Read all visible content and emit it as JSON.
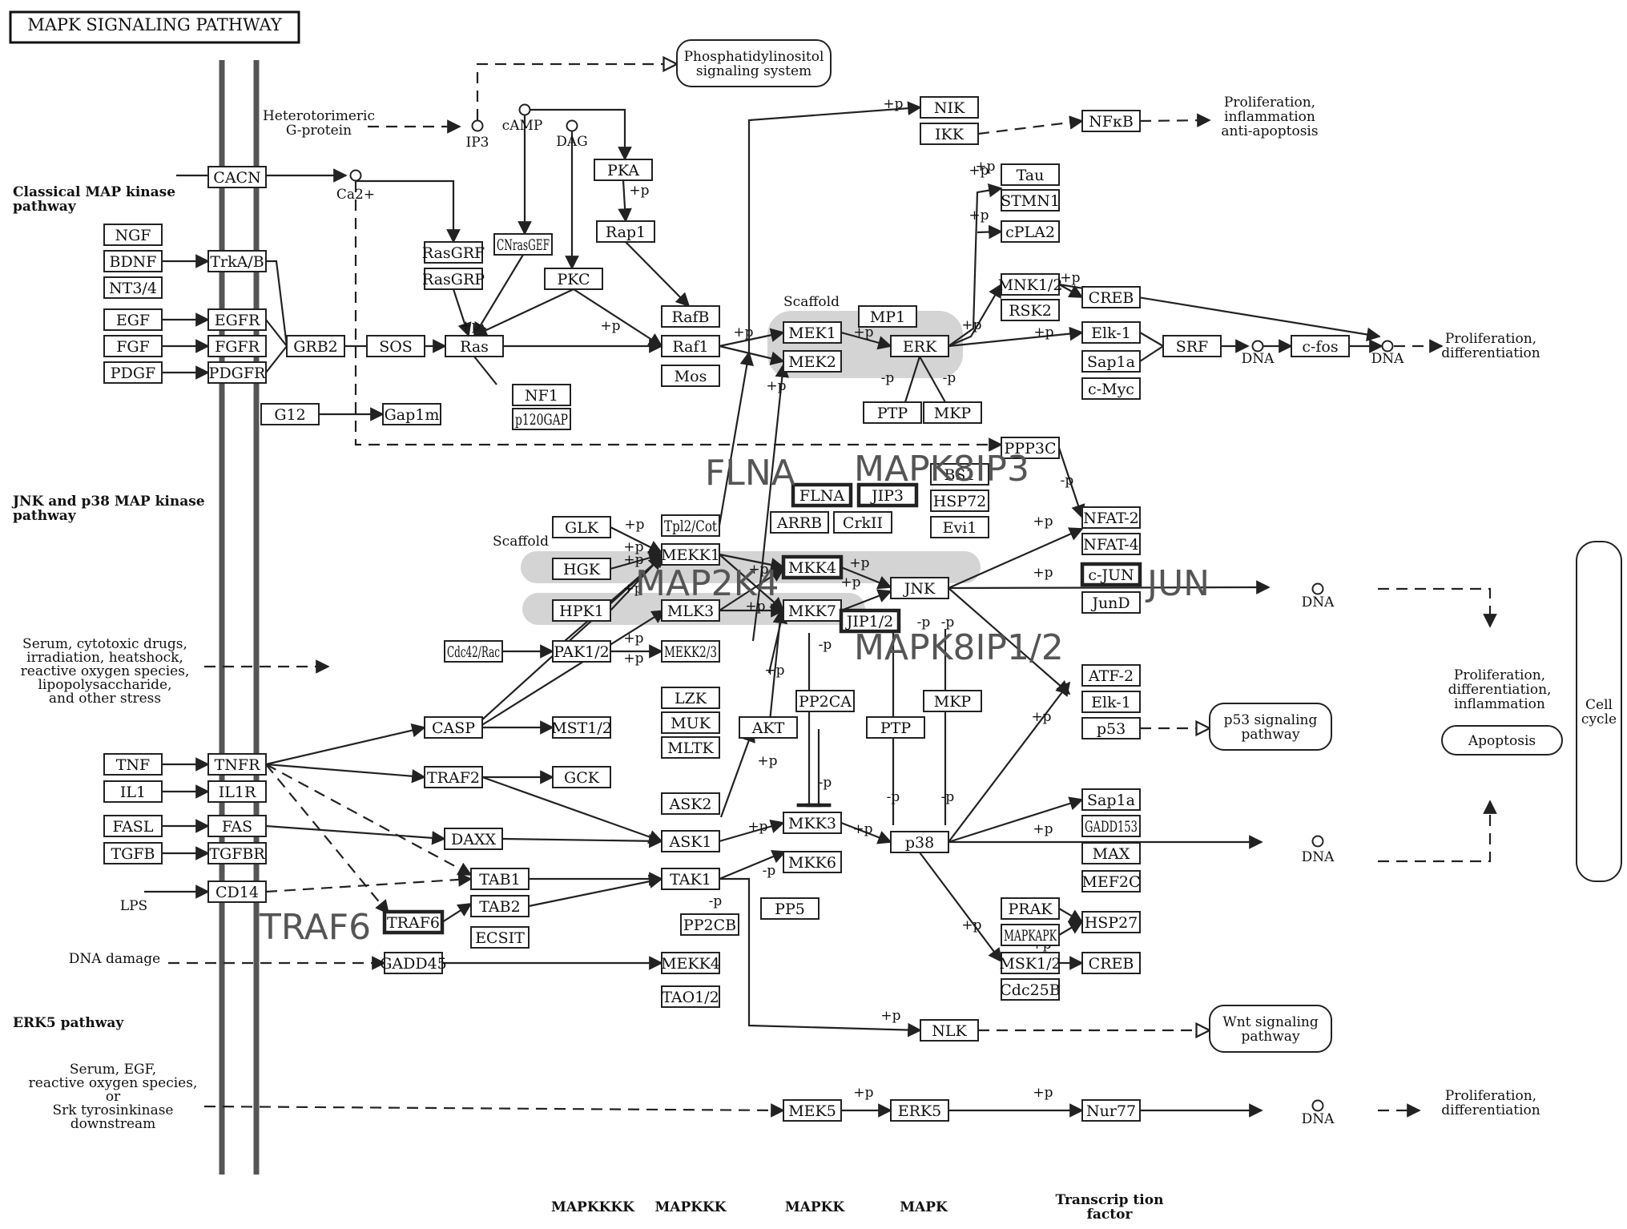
{
  "title": "MAPK SIGNALING PATHWAY",
  "sections": [
    {
      "id": "classical",
      "lines": [
        "Classical MAP kinase",
        "pathway"
      ]
    },
    {
      "id": "jnk",
      "lines": [
        "JNK and p38 MAP kinase",
        "pathway"
      ]
    },
    {
      "id": "erk5",
      "lines": [
        "ERK5 pathway"
      ]
    }
  ],
  "tiers": [
    "MAPKKKK",
    "MAPKKK",
    "MAPKK",
    "MAPK",
    "Transcrip tion factor"
  ],
  "nodes": [
    {
      "id": "cacn",
      "label": "CACN"
    },
    {
      "id": "ngf",
      "label": "NGF"
    },
    {
      "id": "bdnf",
      "label": "BDNF"
    },
    {
      "id": "nt34",
      "label": "NT3/4"
    },
    {
      "id": "trkab",
      "label": "TrkA/B"
    },
    {
      "id": "egf",
      "label": "EGF"
    },
    {
      "id": "fgf",
      "label": "FGF"
    },
    {
      "id": "pdgf",
      "label": "PDGF"
    },
    {
      "id": "egfr",
      "label": "EGFR"
    },
    {
      "id": "fgfr",
      "label": "FGFR"
    },
    {
      "id": "pdgfr",
      "label": "PDGFR"
    },
    {
      "id": "grb2",
      "label": "GRB2"
    },
    {
      "id": "sos",
      "label": "SOS"
    },
    {
      "id": "ras",
      "label": "Ras"
    },
    {
      "id": "g12",
      "label": "G12"
    },
    {
      "id": "gap1m",
      "label": "Gap1m"
    },
    {
      "id": "nf1",
      "label": "NF1"
    },
    {
      "id": "p120gap",
      "label": "p120GAP"
    },
    {
      "id": "rasgrf",
      "label": "RasGRF"
    },
    {
      "id": "rasgrp",
      "label": "RasGRP"
    },
    {
      "id": "cnrasgef",
      "label": "CNrasGEF"
    },
    {
      "id": "pkc",
      "label": "PKC"
    },
    {
      "id": "pka",
      "label": "PKA"
    },
    {
      "id": "rap1",
      "label": "Rap1"
    },
    {
      "id": "rafb",
      "label": "RafB"
    },
    {
      "id": "raf1",
      "label": "Raf1"
    },
    {
      "id": "mos",
      "label": "Mos"
    },
    {
      "id": "mek1",
      "label": "MEK1"
    },
    {
      "id": "mek2",
      "label": "MEK2"
    },
    {
      "id": "mp1",
      "label": "MP1"
    },
    {
      "id": "erk",
      "label": "ERK"
    },
    {
      "id": "ptp1",
      "label": "PTP"
    },
    {
      "id": "mkp1",
      "label": "MKP"
    },
    {
      "id": "nik",
      "label": "NIK"
    },
    {
      "id": "ikk",
      "label": "IKK"
    },
    {
      "id": "nfkb",
      "label": "NFκB"
    },
    {
      "id": "tau",
      "label": "Tau"
    },
    {
      "id": "stmn1",
      "label": "STMN1"
    },
    {
      "id": "cpla2",
      "label": "cPLA2"
    },
    {
      "id": "mnk12",
      "label": "MNK1/2"
    },
    {
      "id": "rsk2",
      "label": "RSK2"
    },
    {
      "id": "creb1",
      "label": "CREB"
    },
    {
      "id": "elk1a",
      "label": "Elk-1"
    },
    {
      "id": "sap1a_1",
      "label": "Sap1a"
    },
    {
      "id": "cmyc",
      "label": "c-Myc"
    },
    {
      "id": "srf",
      "label": "SRF"
    },
    {
      "id": "cfos",
      "label": "c-fos"
    },
    {
      "id": "ppp3c",
      "label": "PPP3C"
    },
    {
      "id": "bs1",
      "label": "BS1"
    },
    {
      "id": "hsp72",
      "label": "HSP72"
    },
    {
      "id": "evi1",
      "label": "Evi1"
    },
    {
      "id": "flna",
      "label": "FLNA",
      "hl": true
    },
    {
      "id": "jip3",
      "label": "JIP3",
      "hl": true
    },
    {
      "id": "arrb",
      "label": "ARRB"
    },
    {
      "id": "crkii",
      "label": "CrkII"
    },
    {
      "id": "glk",
      "label": "GLK"
    },
    {
      "id": "hgk",
      "label": "HGK"
    },
    {
      "id": "hpk1",
      "label": "HPK1"
    },
    {
      "id": "tpl2",
      "label": "Tpl2/Cot"
    },
    {
      "id": "mekk1",
      "label": "MEKK1"
    },
    {
      "id": "mlk3",
      "label": "MLK3"
    },
    {
      "id": "mkk4",
      "label": "MKK4",
      "hl": true
    },
    {
      "id": "mkk7",
      "label": "MKK7"
    },
    {
      "id": "jip12",
      "label": "JIP1/2",
      "hl": true
    },
    {
      "id": "jnk",
      "label": "JNK"
    },
    {
      "id": "nfat2",
      "label": "NFAT-2"
    },
    {
      "id": "nfat4",
      "label": "NFAT-4"
    },
    {
      "id": "cjun",
      "label": "c-JUN",
      "hl": true
    },
    {
      "id": "jund",
      "label": "JunD"
    },
    {
      "id": "cdc42rac",
      "label": "Cdc42/Rac"
    },
    {
      "id": "pak12",
      "label": "PAK1/2"
    },
    {
      "id": "mekk23",
      "label": "MEKK2/3"
    },
    {
      "id": "lzk",
      "label": "LZK"
    },
    {
      "id": "muk",
      "label": "MUK"
    },
    {
      "id": "mltk",
      "label": "MLTK"
    },
    {
      "id": "akt",
      "label": "AKT"
    },
    {
      "id": "pp2ca",
      "label": "PP2CA"
    },
    {
      "id": "ptp2",
      "label": "PTP"
    },
    {
      "id": "mkp2",
      "label": "MKP"
    },
    {
      "id": "atf2",
      "label": "ATF-2"
    },
    {
      "id": "elk1b",
      "label": "Elk-1"
    },
    {
      "id": "p53",
      "label": "p53"
    },
    {
      "id": "tnf",
      "label": "TNF"
    },
    {
      "id": "il1",
      "label": "IL1"
    },
    {
      "id": "fasl",
      "label": "FASL"
    },
    {
      "id": "tgfb",
      "label": "TGFB"
    },
    {
      "id": "tnfr",
      "label": "TNFR"
    },
    {
      "id": "il1r",
      "label": "IL1R"
    },
    {
      "id": "fas",
      "label": "FAS"
    },
    {
      "id": "tgfbr",
      "label": "TGFBR"
    },
    {
      "id": "cd14",
      "label": "CD14"
    },
    {
      "id": "casp",
      "label": "CASP"
    },
    {
      "id": "traf2",
      "label": "TRAF2"
    },
    {
      "id": "mst12",
      "label": "MST1/2"
    },
    {
      "id": "gck",
      "label": "GCK"
    },
    {
      "id": "daxx",
      "label": "DAXX"
    },
    {
      "id": "ask2",
      "label": "ASK2"
    },
    {
      "id": "ask1",
      "label": "ASK1"
    },
    {
      "id": "tab1",
      "label": "TAB1"
    },
    {
      "id": "tab2",
      "label": "TAB2"
    },
    {
      "id": "traf6",
      "label": "TRAF6",
      "hl": true
    },
    {
      "id": "ecsit",
      "label": "ECSIT"
    },
    {
      "id": "tak1",
      "label": "TAK1"
    },
    {
      "id": "pp2cb",
      "label": "PP2CB"
    },
    {
      "id": "pp5",
      "label": "PP5"
    },
    {
      "id": "mkk3",
      "label": "MKK3"
    },
    {
      "id": "mkk6",
      "label": "MKK6"
    },
    {
      "id": "p38",
      "label": "p38"
    },
    {
      "id": "sap1a_2",
      "label": "Sap1a"
    },
    {
      "id": "gadd153",
      "label": "GADD153"
    },
    {
      "id": "max",
      "label": "MAX"
    },
    {
      "id": "mef2c",
      "label": "MEF2C"
    },
    {
      "id": "prak",
      "label": "PRAK"
    },
    {
      "id": "mapkapk",
      "label": "MAPKAPK"
    },
    {
      "id": "msk12",
      "label": "MSK1/2"
    },
    {
      "id": "cdc25b",
      "label": "Cdc25B"
    },
    {
      "id": "hsp27",
      "label": "HSP27"
    },
    {
      "id": "creb2",
      "label": "CREB"
    },
    {
      "id": "gadd45",
      "label": "GADD45"
    },
    {
      "id": "mekk4",
      "label": "MEKK4"
    },
    {
      "id": "tao12",
      "label": "TAO1/2"
    },
    {
      "id": "nlk",
      "label": "NLK"
    },
    {
      "id": "mek5",
      "label": "MEK5"
    },
    {
      "id": "erk5",
      "label": "ERK5"
    },
    {
      "id": "nur77",
      "label": "Nur77"
    }
  ],
  "round_boxes": [
    {
      "id": "pi",
      "lines": [
        "Phosphatidylinositol",
        "signaling system"
      ]
    },
    {
      "id": "p53sig",
      "lines": [
        "p53 signaling",
        "pathway"
      ]
    },
    {
      "id": "wnt",
      "lines": [
        "Wnt signaling",
        "pathway"
      ]
    },
    {
      "id": "apoptosis",
      "lines": [
        "Apoptosis"
      ]
    },
    {
      "id": "cellcycle",
      "lines": [
        "Cell",
        "cycle"
      ]
    }
  ],
  "notes": [
    {
      "id": "heterotrimeric",
      "lines": [
        "Heterotorimeric",
        "G-protein"
      ]
    },
    {
      "id": "ip3",
      "lines": [
        "IP3"
      ]
    },
    {
      "id": "camp",
      "lines": [
        "cAMP"
      ]
    },
    {
      "id": "dag",
      "lines": [
        "DAG"
      ]
    },
    {
      "id": "ca",
      "lines": [
        "Ca2+"
      ]
    },
    {
      "id": "scaffold1",
      "lines": [
        "Scaffold"
      ]
    },
    {
      "id": "scaffold2",
      "lines": [
        "Scaffold"
      ]
    },
    {
      "id": "stress",
      "lines": [
        "Serum, cytotoxic drugs,",
        "irradiation, heatshock,",
        "reactive oxygen species,",
        "lipopolysaccharide,",
        "and other stress"
      ]
    },
    {
      "id": "lps",
      "lines": [
        "LPS"
      ]
    },
    {
      "id": "dnadamage",
      "lines": [
        "DNA damage"
      ]
    },
    {
      "id": "erk5in",
      "lines": [
        "Serum, EGF,",
        "reactive oxygen species,",
        "or",
        "Srk tyrosinkinase",
        "downstream"
      ]
    },
    {
      "id": "out_nfkb",
      "lines": [
        "Proliferation,",
        "inflammation",
        "anti-apoptosis"
      ]
    },
    {
      "id": "out_erk",
      "lines": [
        "Proliferation,",
        "differentiation"
      ]
    },
    {
      "id": "out_jnk",
      "lines": [
        "Proliferation,",
        "differentiation,",
        "inflammation"
      ]
    },
    {
      "id": "out_erk5",
      "lines": [
        "Proliferation,",
        "differentiation"
      ]
    },
    {
      "id": "dna1",
      "lines": [
        "DNA"
      ]
    },
    {
      "id": "dna2",
      "lines": [
        "DNA"
      ]
    },
    {
      "id": "dna3",
      "lines": [
        "DNA"
      ]
    },
    {
      "id": "dna4",
      "lines": [
        "DNA"
      ]
    },
    {
      "id": "dna5",
      "lines": [
        "DNA"
      ]
    }
  ],
  "gene_overlays": [
    "FLNA",
    "MAPK8IP3",
    "MAP2K4",
    "JUN",
    "MAPK8IP1/2",
    "TRAF6"
  ],
  "edge_labels": [
    "+p",
    "-p"
  ]
}
